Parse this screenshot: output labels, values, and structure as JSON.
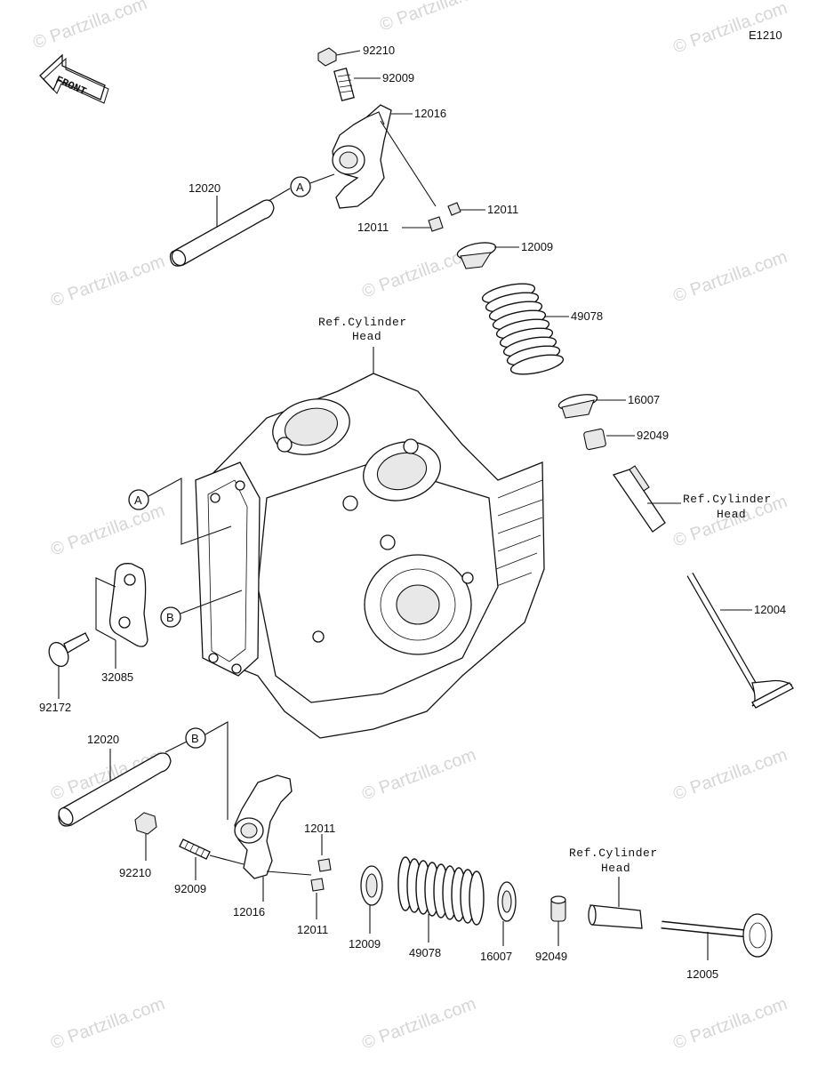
{
  "diagram_code": "E1210",
  "front_arrow_text": "FRONT",
  "watermark_text": "© Partzilla.com",
  "callouts": {
    "a": "A",
    "b": "B"
  },
  "ref_labels": {
    "cylinder_head_top": [
      "Ref.Cylinder",
      "Head"
    ],
    "cylinder_head_right": [
      "Ref.Cylinder",
      "Head"
    ],
    "cylinder_head_bottom": [
      "Ref.Cylinder",
      "Head"
    ]
  },
  "part_labels": {
    "p92210_top": "92210",
    "p92009_top": "92009",
    "p12016_top": "12016",
    "p12020_top": "12020",
    "p12011_top_right": "12011",
    "p12011_top_left": "12011",
    "p12009_top": "12009",
    "p49078_top": "49078",
    "p16007_top": "16007",
    "p92049_top": "92049",
    "p12004": "12004",
    "p32085": "32085",
    "p92172": "92172",
    "p12020_bottom": "12020",
    "p12011_bottom_top": "12011",
    "p12011_bottom_bot": "12011",
    "p92210_bottom": "92210",
    "p92009_bottom": "92009",
    "p12016_bottom": "12016",
    "p12009_bottom": "12009",
    "p49078_bottom": "49078",
    "p16007_bottom": "16007",
    "p92049_bottom": "92049",
    "p12005": "12005"
  }
}
